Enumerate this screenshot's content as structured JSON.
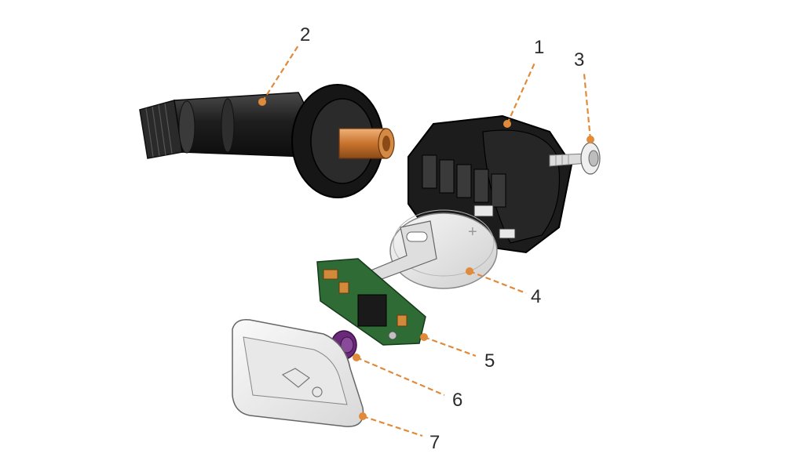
{
  "diagram": {
    "callouts": [
      {
        "id": "1",
        "label": "1"
      },
      {
        "id": "2",
        "label": "2"
      },
      {
        "id": "3",
        "label": "3"
      },
      {
        "id": "4",
        "label": "4"
      },
      {
        "id": "5",
        "label": "5"
      },
      {
        "id": "6",
        "label": "6"
      },
      {
        "id": "7",
        "label": "7"
      }
    ],
    "colors": {
      "leader": "#e08a3a",
      "housing": "#1c1c1c",
      "valve_stem": "#c9732e",
      "battery": "#e6e6e6",
      "pcb": "#2f6b35",
      "seal": "#6a2a7a",
      "cover": "#f0f0f0"
    }
  }
}
